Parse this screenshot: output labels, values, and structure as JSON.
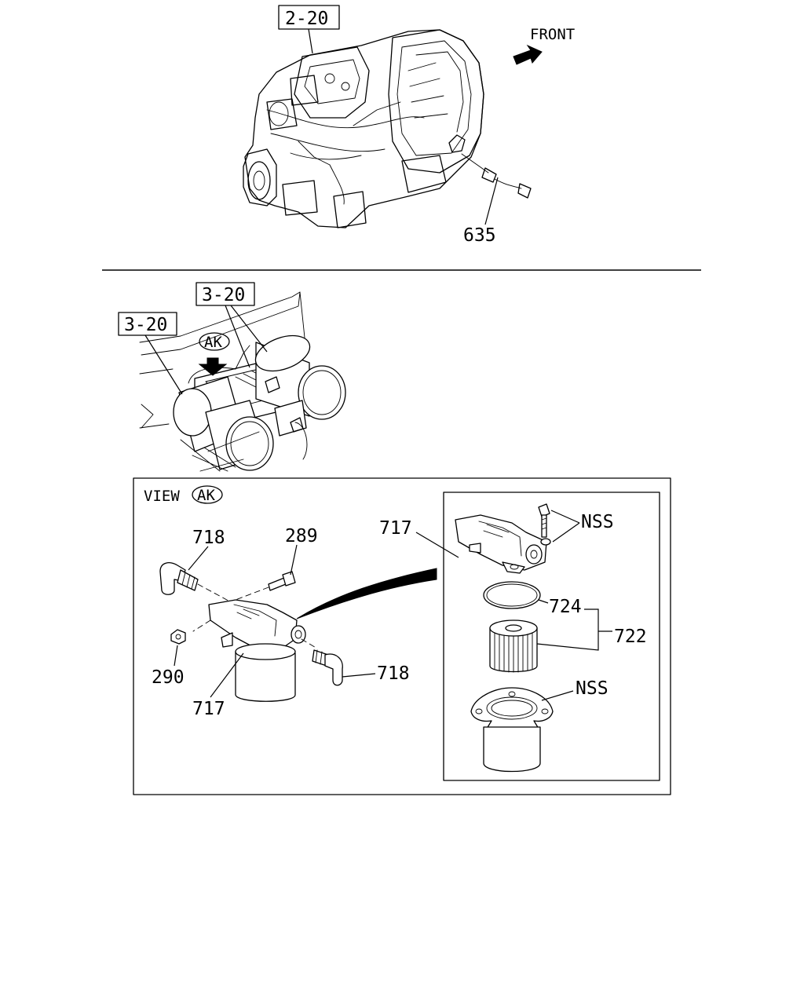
{
  "callouts": {
    "ref_2_20": "2-20",
    "ref_3_20_right": "3-20",
    "ref_3_20_left": "3-20",
    "front": "FRONT",
    "view": "VIEW",
    "ak_top": "AK",
    "ak_view": "AK",
    "p635": "635",
    "p718_top": "718",
    "p289": "289",
    "p717_mid": "717",
    "p290": "290",
    "p717_bottom": "717",
    "p718_right": "718",
    "nss_top": "NSS",
    "p724": "724",
    "p722": "722",
    "nss_bottom": "NSS"
  }
}
